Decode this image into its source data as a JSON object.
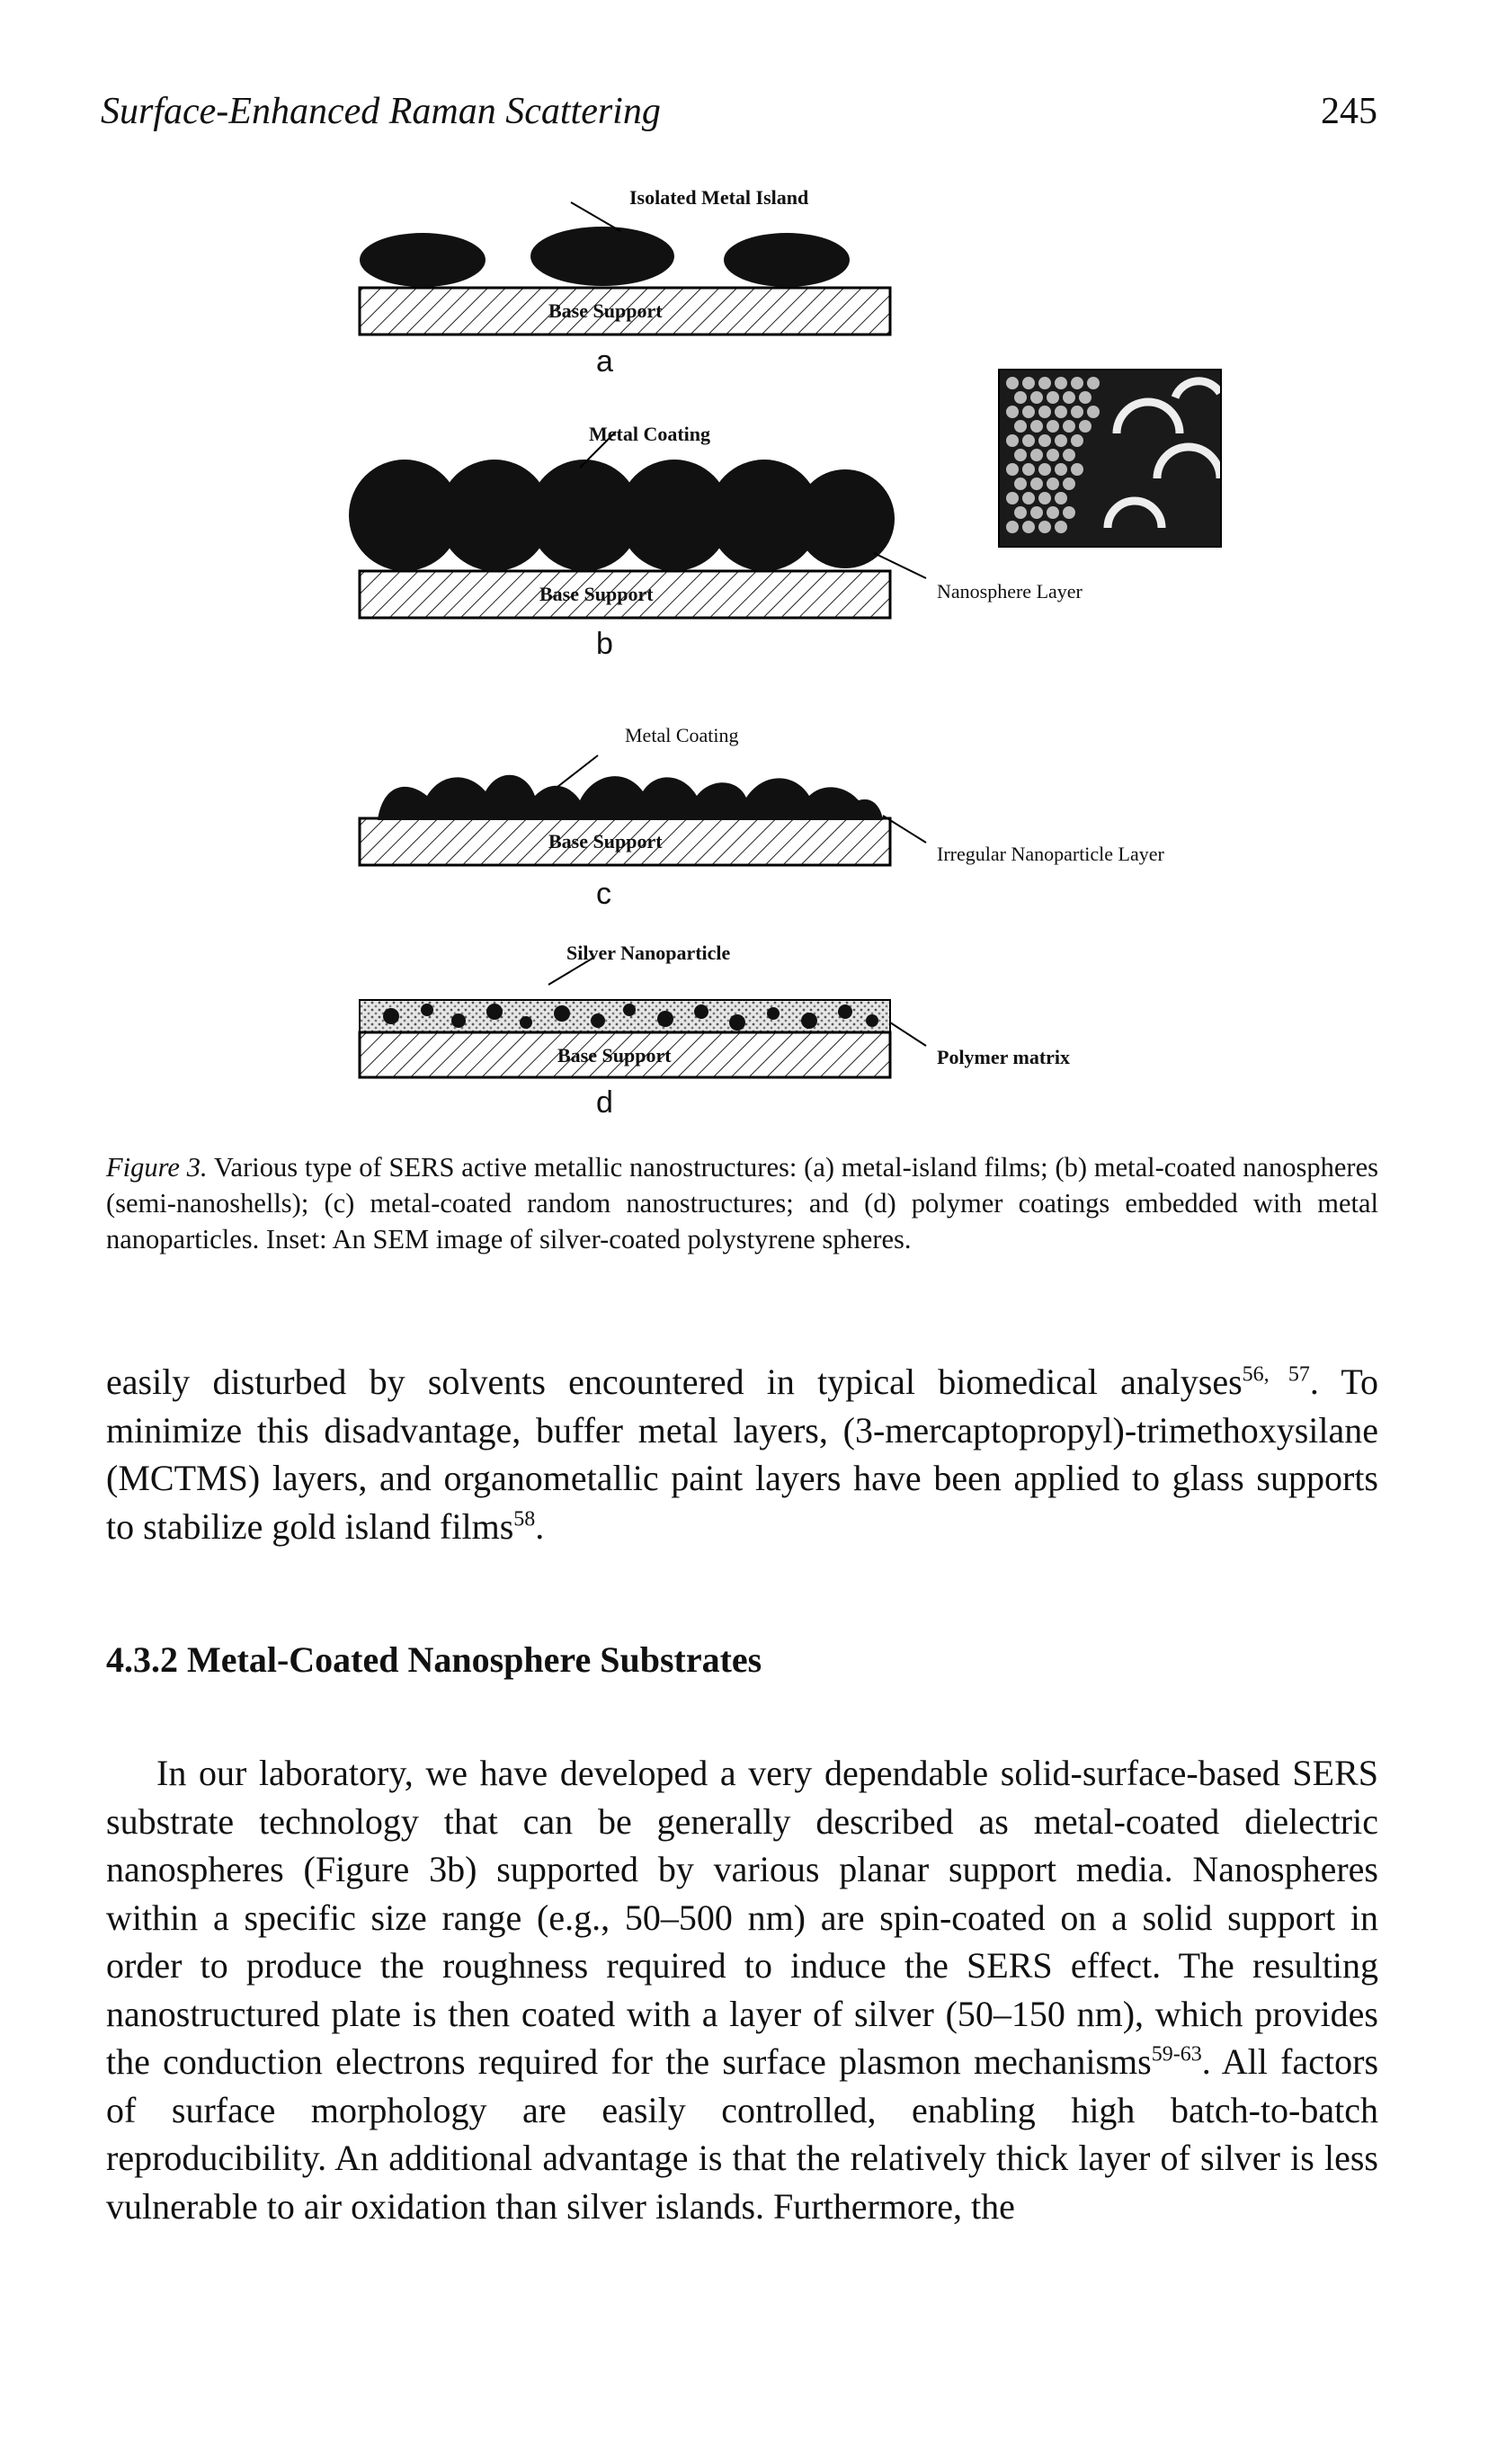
{
  "running_head": {
    "title": "Surface-Enhanced Raman Scattering",
    "page_number": "245"
  },
  "figure": {
    "panel_a": {
      "letter": "a",
      "callout": "Isolated Metal Island",
      "support": "Base Support"
    },
    "panel_b": {
      "letter": "b",
      "callout": "Metal Coating",
      "support": "Base Support",
      "side_label": "Nanosphere Layer"
    },
    "panel_c": {
      "letter": "c",
      "callout": "Metal Coating",
      "support": "Base Support",
      "side_label": "Irregular Nanoparticle Layer"
    },
    "panel_d": {
      "letter": "d",
      "callout": "Silver Nanoparticle",
      "support": "Base Support",
      "side_label": "Polymer matrix"
    },
    "caption": {
      "label": "Figure 3.",
      "text": " Various type of SERS active metallic nanostructures: (a) metal-island films; (b) metal-coated nanospheres (semi-nanoshells); (c) metal-coated random nanostructures; and (d) polymer coatings embedded with metal nanoparticles. Inset: An SEM image of silver-coated polystyrene spheres."
    }
  },
  "paragraph_1": {
    "text_a": "easily disturbed by solvents encountered in typical biomedical analyses",
    "ref_a": "56, 57",
    "text_b": ". To minimize this disadvantage, buffer metal layers, (3-mercaptopropyl)-trimethoxysilane (MCTMS) layers, and organometallic paint layers have been applied to glass supports to stabilize gold island films",
    "ref_b": "58",
    "text_c": "."
  },
  "section": {
    "heading": "4.3.2 Metal-Coated Nanosphere Substrates"
  },
  "paragraph_2": {
    "text_a": "In our laboratory, we have developed a very dependable solid-surface-based SERS substrate technology that can be generally described as metal-coated dielectric nanospheres (Figure 3b) supported by various planar support media. Nanospheres within a specific size range (e.g., 50–500 nm) are spin-coated on a solid support in order to produce the roughness required to induce the SERS effect. The resulting nanostructured plate is then coated with a layer of silver (50–150 nm), which provides the conduction electrons required for the surface plasmon mechanisms",
    "ref_a": "59-63",
    "text_b": ". All factors of surface morphology are easily controlled, enabling high batch-to-batch reproducibility. An additional advantage is that the relatively thick layer of silver is less vulnerable to air oxidation than silver islands. Furthermore, the"
  }
}
